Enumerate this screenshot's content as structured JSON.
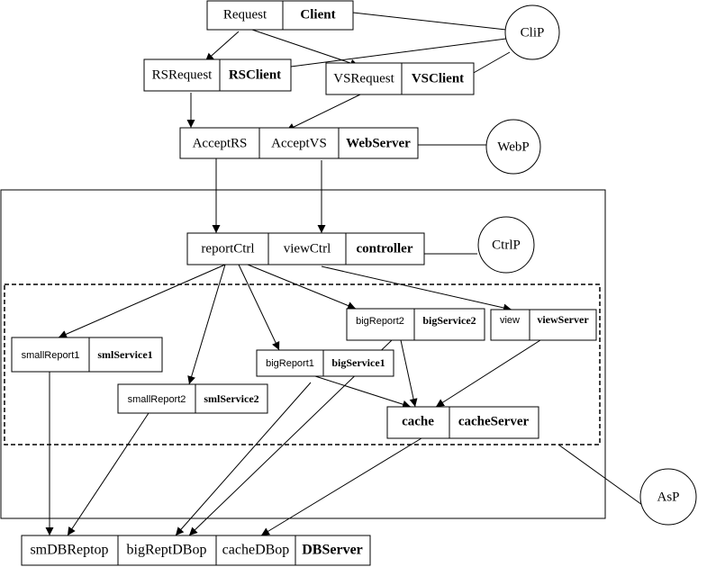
{
  "client": {
    "request": "Request",
    "name": "Client"
  },
  "rs": {
    "request": "RSRequest",
    "name": "RSClient"
  },
  "vs": {
    "request": "VSRequest",
    "name": "VSClient"
  },
  "web": {
    "accept_rs": "AcceptRS",
    "accept_vs": "AcceptVS",
    "name": "WebServer"
  },
  "controller": {
    "report": "reportCtrl",
    "view": "viewCtrl",
    "name": "controller"
  },
  "small1": {
    "port": "smallReport1",
    "name": "smlService1"
  },
  "small2": {
    "port": "smallReport2",
    "name": "smlService2"
  },
  "big1": {
    "port": "bigReport1",
    "name": "bigService1"
  },
  "big2": {
    "port": "bigReport2",
    "name": "bigService2"
  },
  "viewsrv": {
    "port": "view",
    "name": "viewServer"
  },
  "cache": {
    "port": "cache",
    "name": "cacheServer"
  },
  "db": {
    "sm": "smDBReptop",
    "big": "bigReptDBop",
    "cache": "cacheDBop",
    "name": "DBServer"
  },
  "processes": {
    "clip": "CliP",
    "webp": "WebP",
    "ctrlp": "CtrlP",
    "asp": "AsP"
  }
}
